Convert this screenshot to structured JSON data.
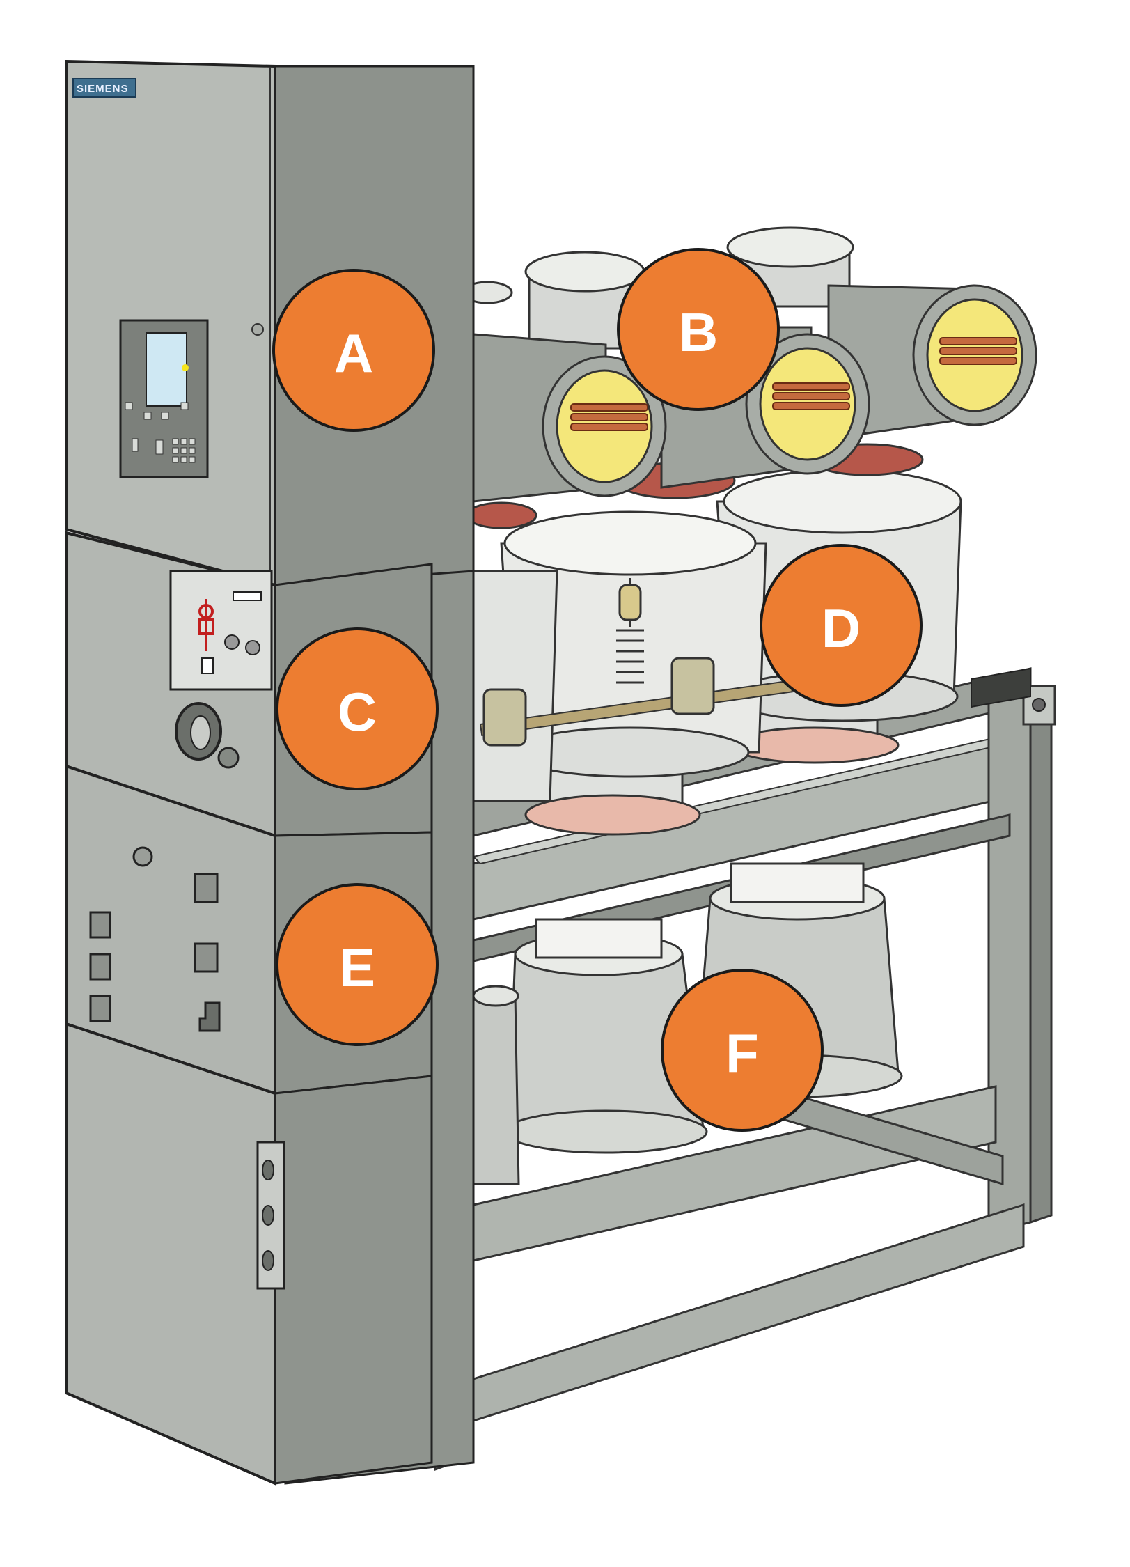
{
  "brand": {
    "text": "SIEMENS"
  },
  "colors": {
    "callout_fill": "#ED7D31",
    "callout_stroke": "#1a1a1a",
    "cabinet_front": "#b4b8b3",
    "cabinet_side": "#8f948e",
    "frame": "#a9aea8",
    "conductor": "#c56a3e",
    "insulator": "#f3e66a"
  },
  "callouts": [
    {
      "label": "A",
      "target": "control cabinet"
    },
    {
      "label": "B",
      "target": "busbar enclosures"
    },
    {
      "label": "C",
      "target": "operating mechanism panel"
    },
    {
      "label": "D",
      "target": "circuit breaker poles"
    },
    {
      "label": "E",
      "target": "auxiliary panel"
    },
    {
      "label": "F",
      "target": "current transformer housings"
    }
  ]
}
